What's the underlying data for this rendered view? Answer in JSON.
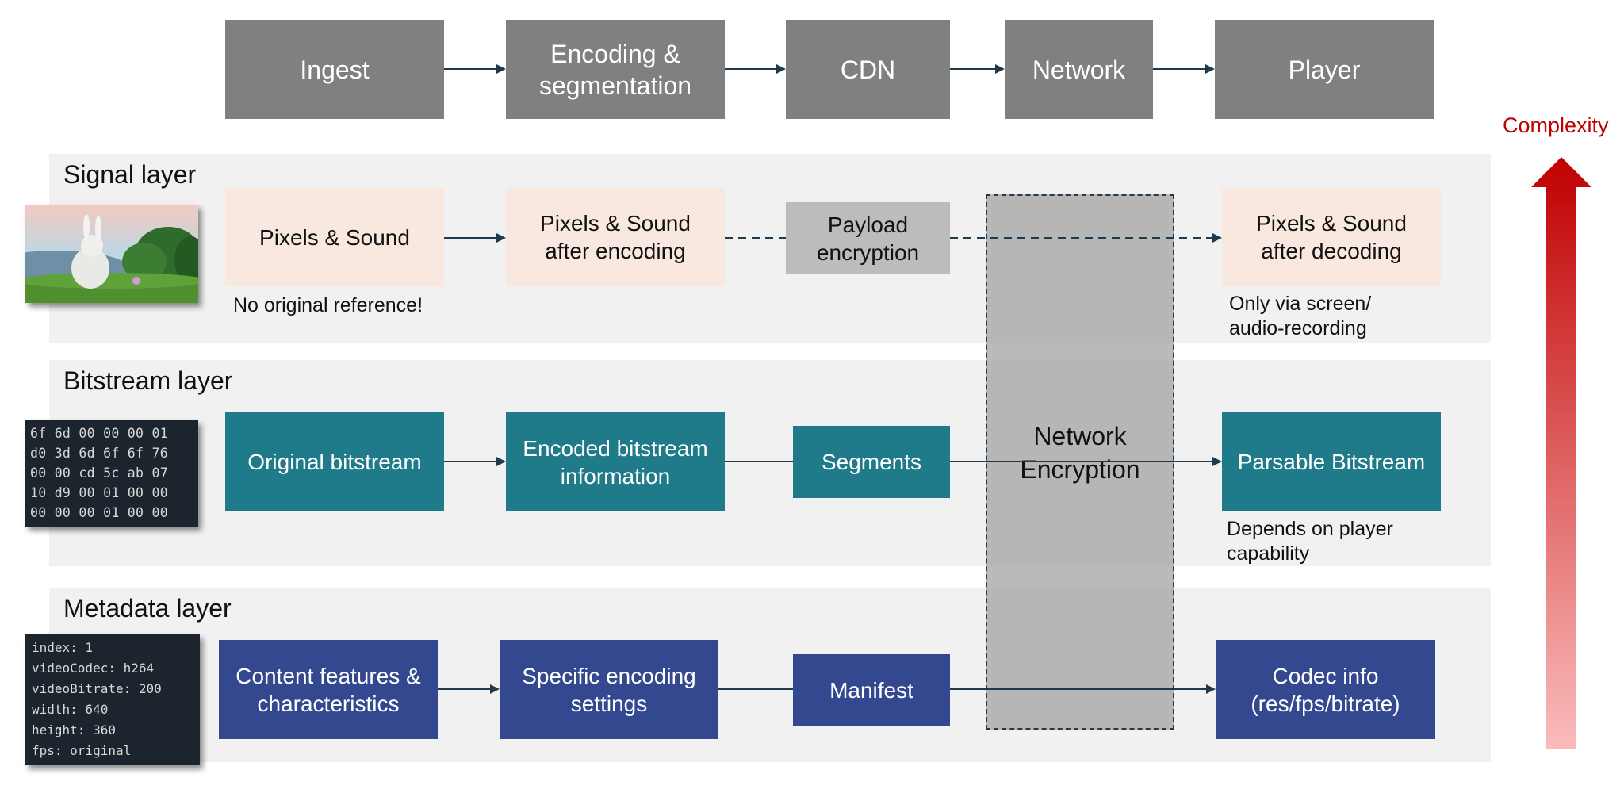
{
  "pipeline": {
    "stages": [
      "Ingest",
      "Encoding &\nsegmentation",
      "CDN",
      "Network",
      "Player"
    ]
  },
  "layers": {
    "signal": {
      "title": "Signal layer",
      "boxes": [
        "Pixels & Sound",
        "Pixels & Sound\nafter encoding",
        "Payload\nencryption",
        "Pixels & Sound\nafter decoding"
      ],
      "note_left": "No original reference!",
      "note_right": "Only via screen/\naudio-recording"
    },
    "bitstream": {
      "title": "Bitstream layer",
      "boxes": [
        "Original bitstream",
        "Encoded bitstream\ninformation",
        "Segments",
        "Parsable Bitstream"
      ],
      "note_right": "Depends on player\ncapability",
      "hex_rows": [
        "6f 6d 00 00 00 01",
        "d0 3d 6d 6f 6f 76",
        "00 00 cd 5c ab 07",
        "10 d9 00 01 00 00",
        "00 00 00 01 00 00"
      ]
    },
    "metadata": {
      "title": "Metadata layer",
      "boxes": [
        "Content features &\ncharacteristics",
        "Specific encoding\nsettings",
        "Manifest",
        "Codec info\n(res/fps/bitrate)"
      ],
      "meta_rows": [
        "index: 1",
        "videoCodec: h264",
        "videoBitrate: 200",
        "width: 640",
        "height: 360",
        "fps: original"
      ]
    }
  },
  "network_encryption": "Network\nEncryption",
  "complexity": "Complexity",
  "colors": {
    "stage": "#808080",
    "signal": "#f9e8df",
    "payload": "#bcbcbc",
    "bitstream": "#1f7a89",
    "metadata": "#34488f",
    "complexity": "#c00000",
    "arrow": "#1f3a4d"
  }
}
